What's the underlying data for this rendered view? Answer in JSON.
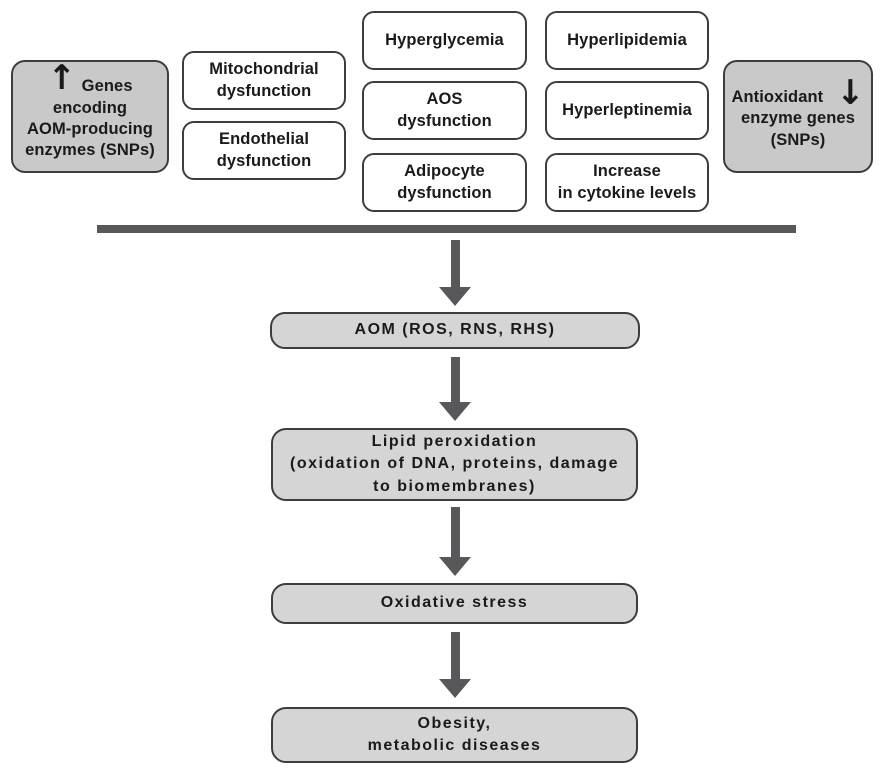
{
  "top_boxes": {
    "genes": {
      "icon": "↑",
      "lines": [
        "Genes encoding",
        "AOM-producing",
        "enzymes (SNPs)"
      ]
    },
    "mitochondrial": {
      "lines": [
        "Mitochondrial",
        "dysfunction"
      ]
    },
    "endothelial": {
      "lines": [
        "Endothelial",
        "dysfunction"
      ]
    },
    "hyperglycemia": {
      "lines": [
        "Hyperglycemia"
      ]
    },
    "aos": {
      "lines": [
        "AOS",
        "dysfunction"
      ]
    },
    "adipocyte": {
      "lines": [
        "Adipocyte",
        "dysfunction"
      ]
    },
    "hyperlipidemia": {
      "lines": [
        "Hyperlipidemia"
      ]
    },
    "hyperleptinemia": {
      "lines": [
        "Hyperleptinemia"
      ]
    },
    "cytokine": {
      "lines": [
        "Increase",
        "in cytokine levels"
      ]
    },
    "antioxidant": {
      "icon": "↓",
      "lines": [
        "Antioxidant",
        "enzyme genes",
        "(SNPs)"
      ]
    }
  },
  "flow_boxes": {
    "aom": {
      "lines": [
        "AOM (ROS, RNS, RHS)"
      ]
    },
    "lipid": {
      "lines": [
        "Lipid peroxidation",
        "(oxidation of DNA, proteins, damage",
        "to biomembranes)"
      ]
    },
    "oxidative": {
      "lines": [
        "Oxidative stress"
      ]
    },
    "obesity": {
      "lines": [
        "Obesity,",
        "metabolic diseases"
      ]
    }
  },
  "colors": {
    "box_gray": "#c9c9c9",
    "flow_gray": "#d5d5d5",
    "border_dark": "#3d3d3d",
    "arrow_gray": "#58585a",
    "text": "#1a1a1e"
  }
}
